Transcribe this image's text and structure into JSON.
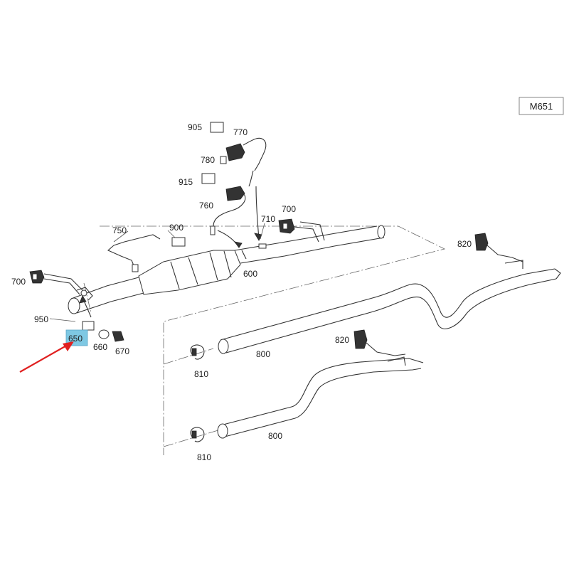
{
  "model_code": "M651",
  "highlight_color": "#7ec8e3",
  "arrow_color": "#e02020",
  "callouts": {
    "p905": "905",
    "p770": "770",
    "p780": "780",
    "p915": "915",
    "p760": "760",
    "p710": "710",
    "p700_top": "700",
    "p750": "750",
    "p900": "900",
    "p600": "600",
    "p700_left": "700",
    "p820_right": "820",
    "p950": "950",
    "p650": "650",
    "p660": "660",
    "p670": "670",
    "p820_mid": "820",
    "p800_upper": "800",
    "p810_upper": "810",
    "p800_lower": "800",
    "p810_lower": "810"
  }
}
